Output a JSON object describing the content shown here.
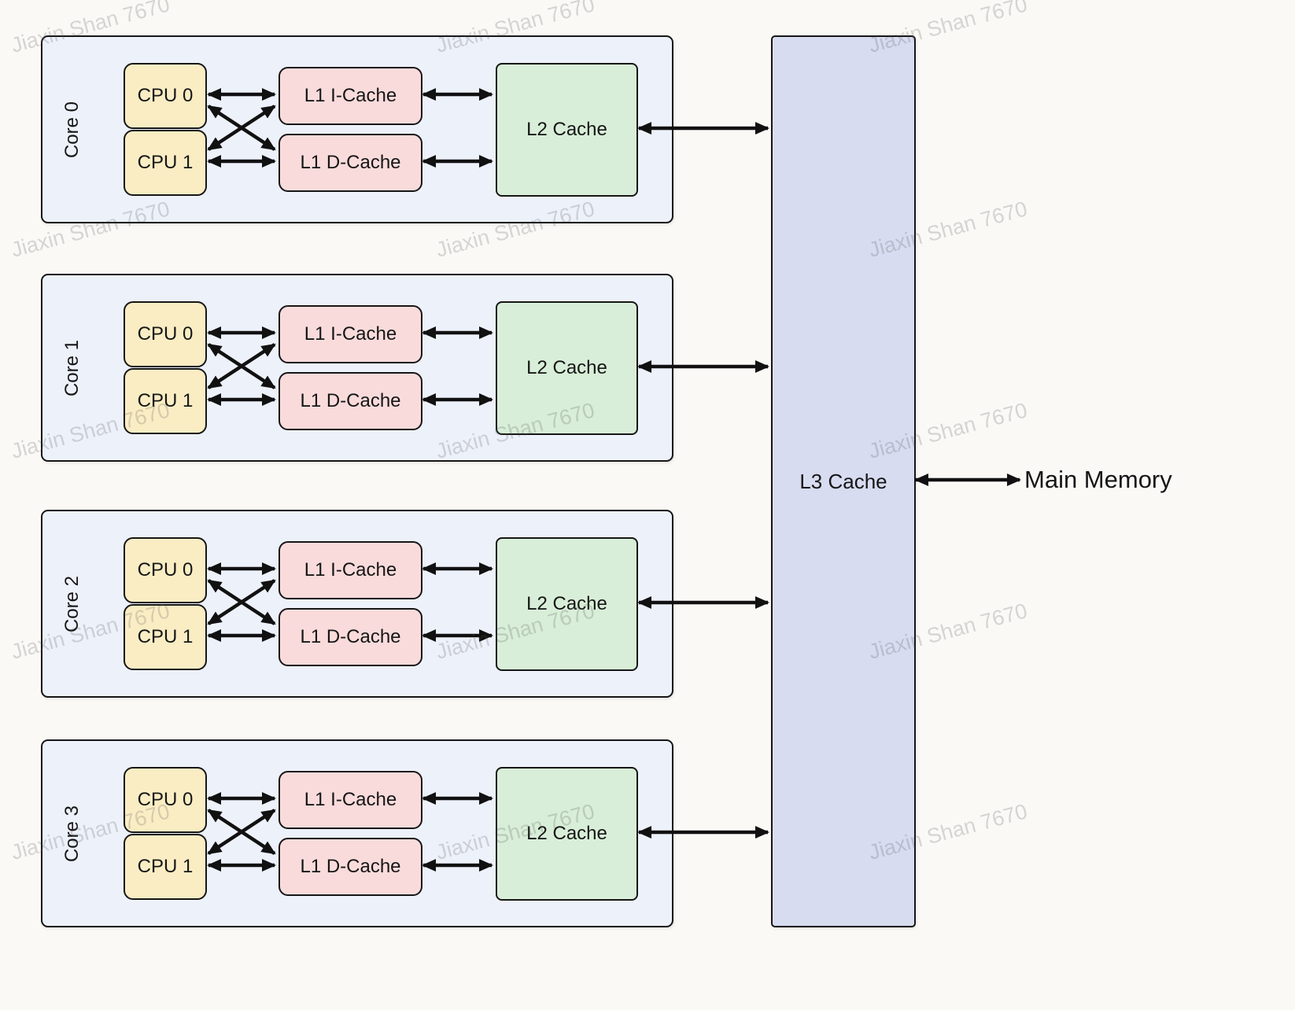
{
  "watermark": {
    "text": "Jiaxin Shan 7670"
  },
  "cores": [
    {
      "label": "Core 0",
      "cpus": [
        "CPU 0",
        "CPU 1"
      ],
      "l1i": "L1 I-Cache",
      "l1d": "L1 D-Cache",
      "l2": "L2 Cache"
    },
    {
      "label": "Core 1",
      "cpus": [
        "CPU 0",
        "CPU 1"
      ],
      "l1i": "L1 I-Cache",
      "l1d": "L1 D-Cache",
      "l2": "L2 Cache"
    },
    {
      "label": "Core 2",
      "cpus": [
        "CPU 0",
        "CPU 1"
      ],
      "l1i": "L1 I-Cache",
      "l1d": "L1 D-Cache",
      "l2": "L2 Cache"
    },
    {
      "label": "Core 3",
      "cpus": [
        "CPU 0",
        "CPU 1"
      ],
      "l1i": "L1 I-Cache",
      "l1d": "L1 D-Cache",
      "l2": "L2 Cache"
    }
  ],
  "l3": {
    "label": "L3 Cache"
  },
  "main_memory": {
    "label": "Main Memory"
  },
  "colors": {
    "cpu": "#faedc4",
    "l1": "#fadbdb",
    "l2": "#d8eed8",
    "l3": "#d8dcf0",
    "core_bg": "#edf1fa",
    "arrow": "#111111"
  }
}
